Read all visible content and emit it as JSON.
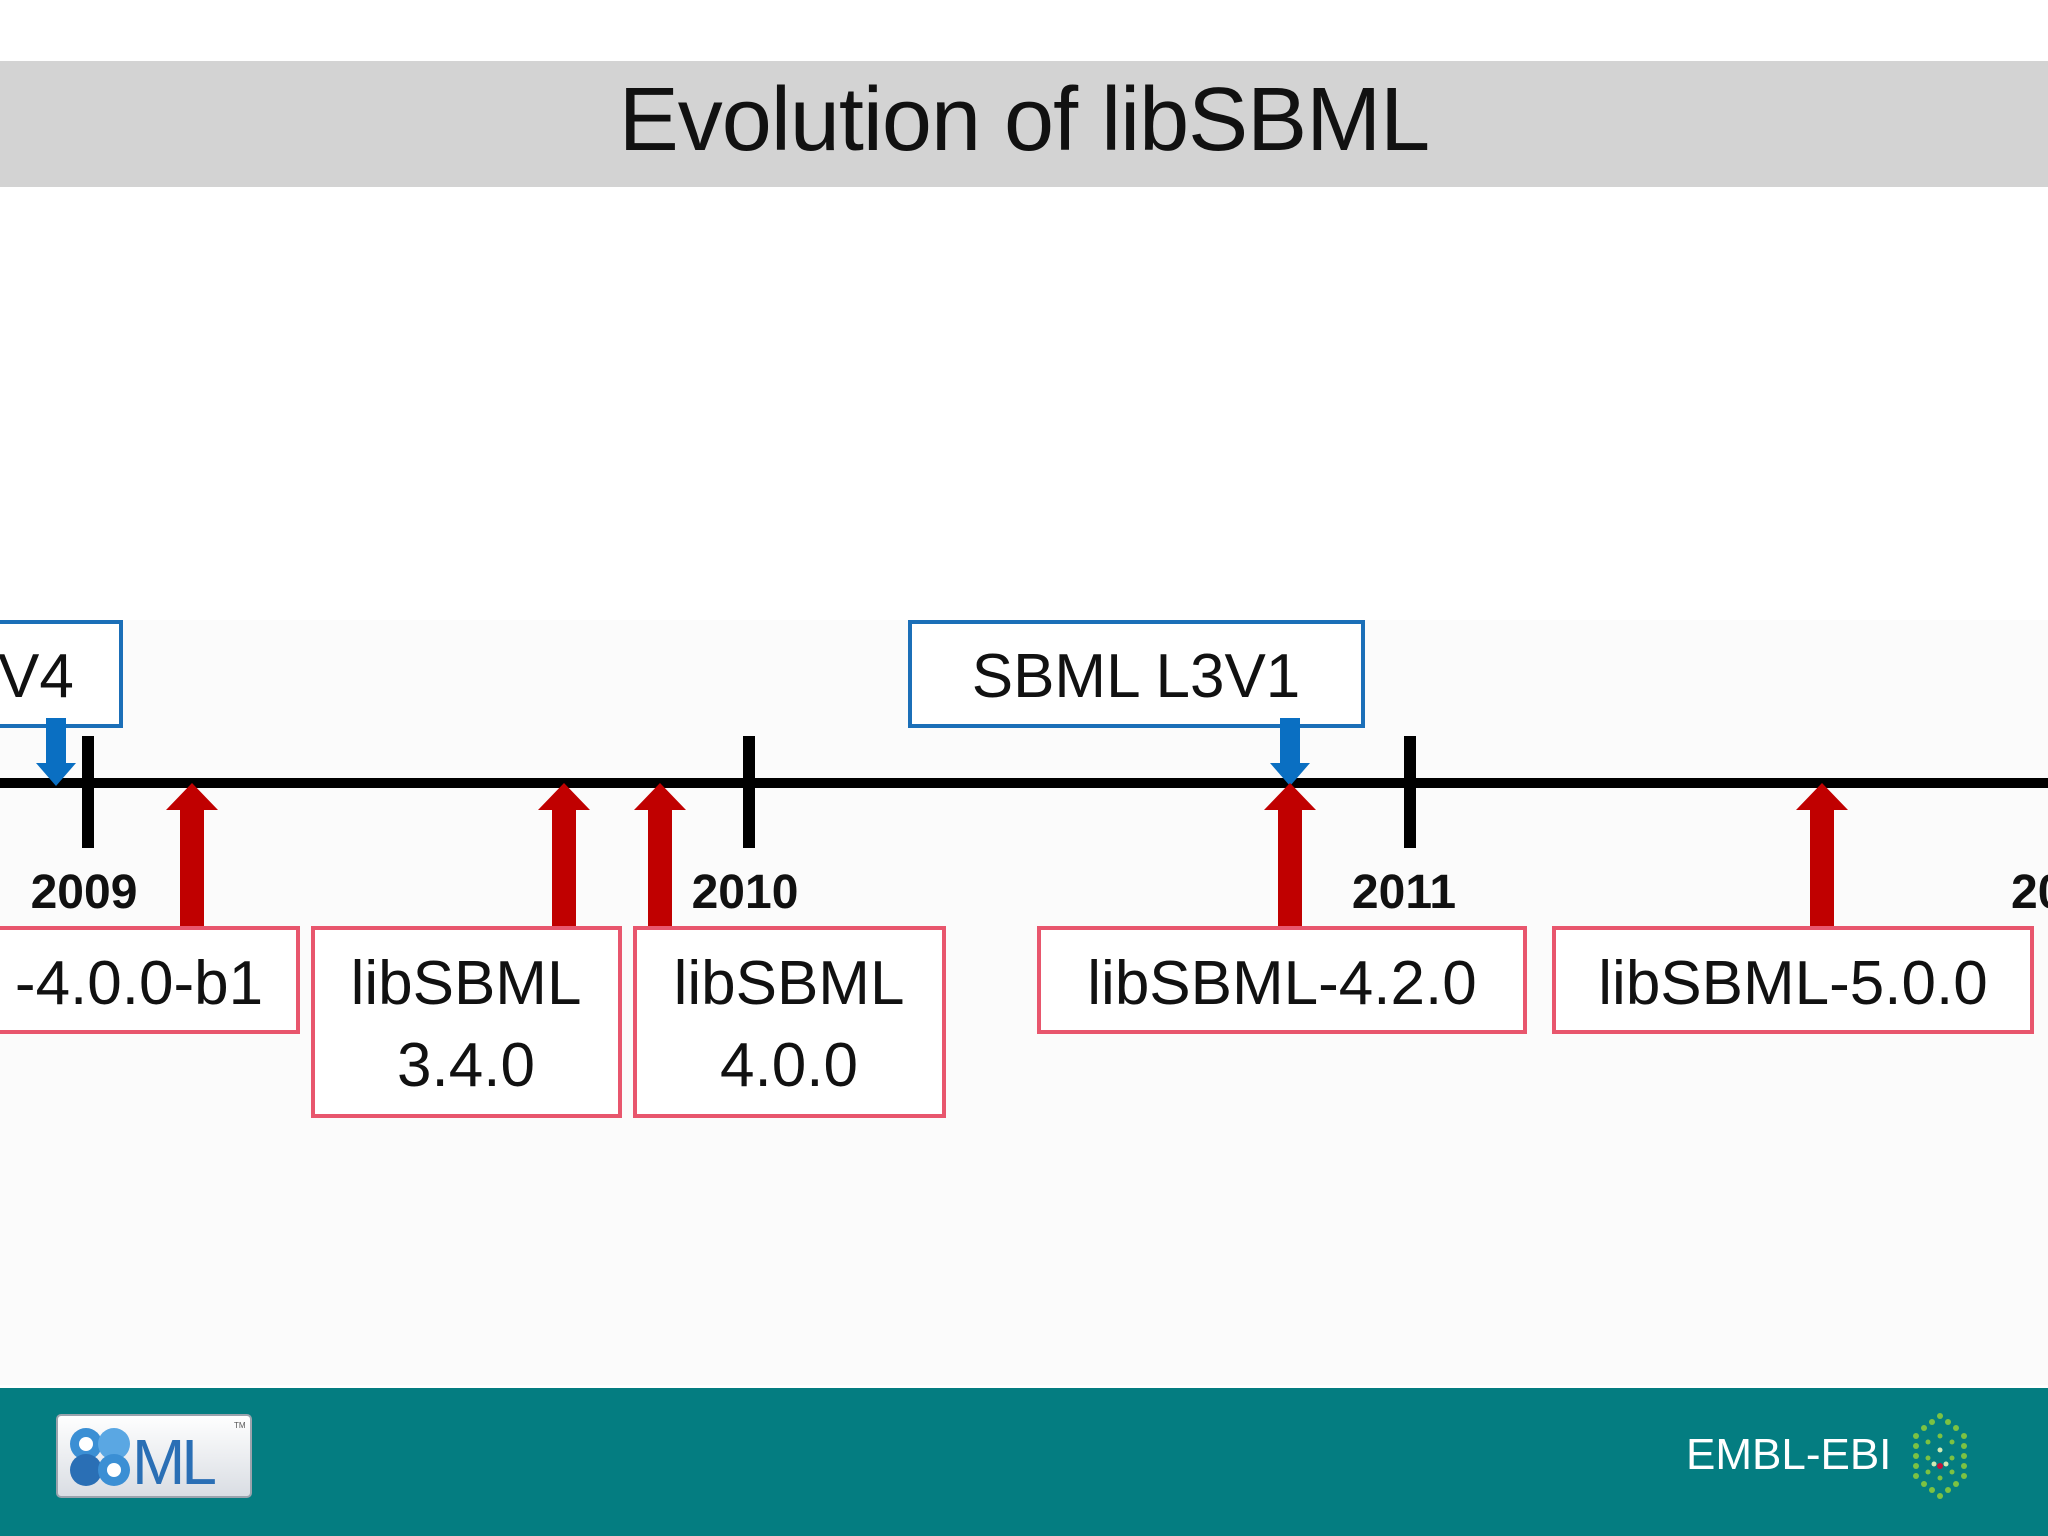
{
  "slide": {
    "title": "Evolution of libSBML"
  },
  "timeline": {
    "years": [
      {
        "id": "y2009",
        "label": "2009"
      },
      {
        "id": "y2010",
        "label": "2010"
      },
      {
        "id": "y2011",
        "label": "2011"
      },
      {
        "id": "y2012",
        "label": "20"
      }
    ],
    "spec_releases": [
      {
        "id": "l2v4",
        "label": "V4"
      },
      {
        "id": "l3v1",
        "label": "SBML L3V1"
      }
    ],
    "lib_releases": [
      {
        "id": "r400b1",
        "lines": [
          "-4.0.0-b1"
        ]
      },
      {
        "id": "r340",
        "lines": [
          "libSBML",
          "3.4.0"
        ]
      },
      {
        "id": "r400",
        "lines": [
          "libSBML",
          "4.0.0"
        ]
      },
      {
        "id": "r420",
        "lines": [
          "libSBML-4.2.0"
        ]
      },
      {
        "id": "r500",
        "lines": [
          "libSBML-5.0.0"
        ]
      }
    ]
  },
  "colors": {
    "spec_arrow": "#0a6fc2",
    "spec_box": "#1b6fb8",
    "lib_arrow": "#c00000",
    "lib_box": "#e8566d",
    "footer": "#047d81"
  },
  "footer": {
    "sbml_logo": "SBML",
    "org_name": "EMBL-EBI",
    "org_mark_icon": "embl-ebi-hexagon-icon"
  }
}
